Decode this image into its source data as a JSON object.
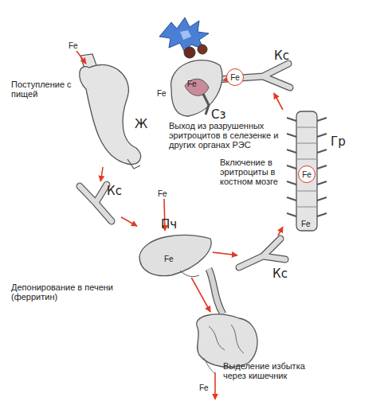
{
  "diagram": {
    "nodes": [
      {
        "text": [
          "Ж"
        ]
      },
      {
        "text": [
          "Кс"
        ]
      },
      {
        "text": [
          "Пч",
          "Fe"
        ]
      },
      {
        "text": [
          "Кс"
        ]
      },
      {
        "text": [
          "Гр",
          "Fe",
          "Fe"
        ]
      },
      {
        "text": [
          "Кс",
          "Fe"
        ]
      },
      {
        "text": [
          "Fe",
          "Fe",
          "Сз"
        ]
      },
      {
        "text": [
          "Выделение избытка через кишечник"
        ]
      }
    ],
    "edges": [
      {
        "from": 0,
        "to": 1,
        "arrow": "to"
      },
      {
        "from": 1,
        "to": 2,
        "arrow": "to"
      },
      {
        "from": 2,
        "to": 3,
        "arrow": "to"
      },
      {
        "from": 3,
        "to": 4,
        "arrow": "to"
      },
      {
        "from": 4,
        "to": 5,
        "arrow": "to"
      },
      {
        "from": 5,
        "to": 6,
        "arrow": "to"
      },
      {
        "from": 2,
        "to": 7,
        "arrow": "to"
      }
    ],
    "labels": [
      "Fe",
      "Поступление с пищей",
      "Fe",
      "Депонирование в печени (ферритин)",
      "Включение в эритроциты в костном мозге",
      "Выход из разрушенных эритроцитов в селезенке и других органах РЭС",
      "Fe"
    ]
  }
}
